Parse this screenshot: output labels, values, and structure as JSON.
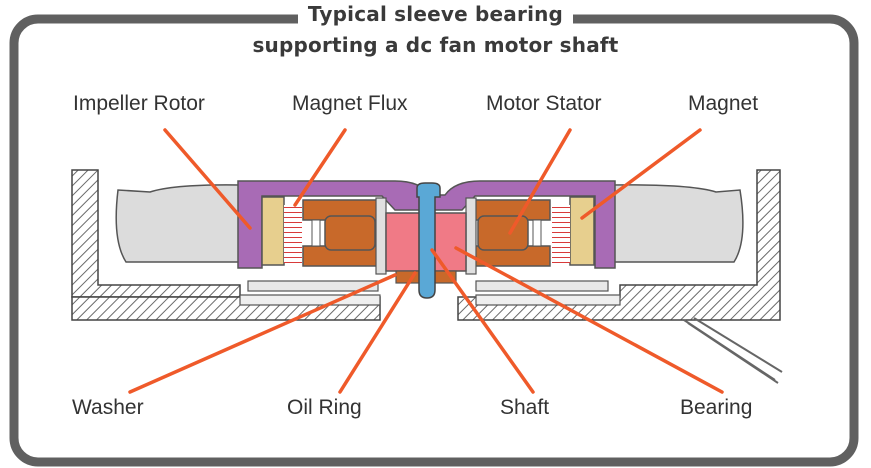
{
  "title": {
    "line1": "Typical sleeve bearing",
    "line2": "supporting a dc fan motor shaft"
  },
  "labels": {
    "impeller_rotor": "Impeller Rotor",
    "magnet_flux": "Magnet Flux",
    "motor_stator": "Motor Stator",
    "magnet": "Magnet",
    "washer": "Washer",
    "oil_ring": "Oil Ring",
    "shaft": "Shaft",
    "bearing": "Bearing"
  },
  "colors": {
    "frame": "#606060",
    "leader": "#ef5a2a",
    "rotor": "#a86bb5",
    "magnet": "#e7cf8e",
    "stator": "#c8692a",
    "bearing": "#f07a86",
    "shaft": "#5aa8d6",
    "blade": "#dcdcdc",
    "flux": "#d83a3a"
  }
}
